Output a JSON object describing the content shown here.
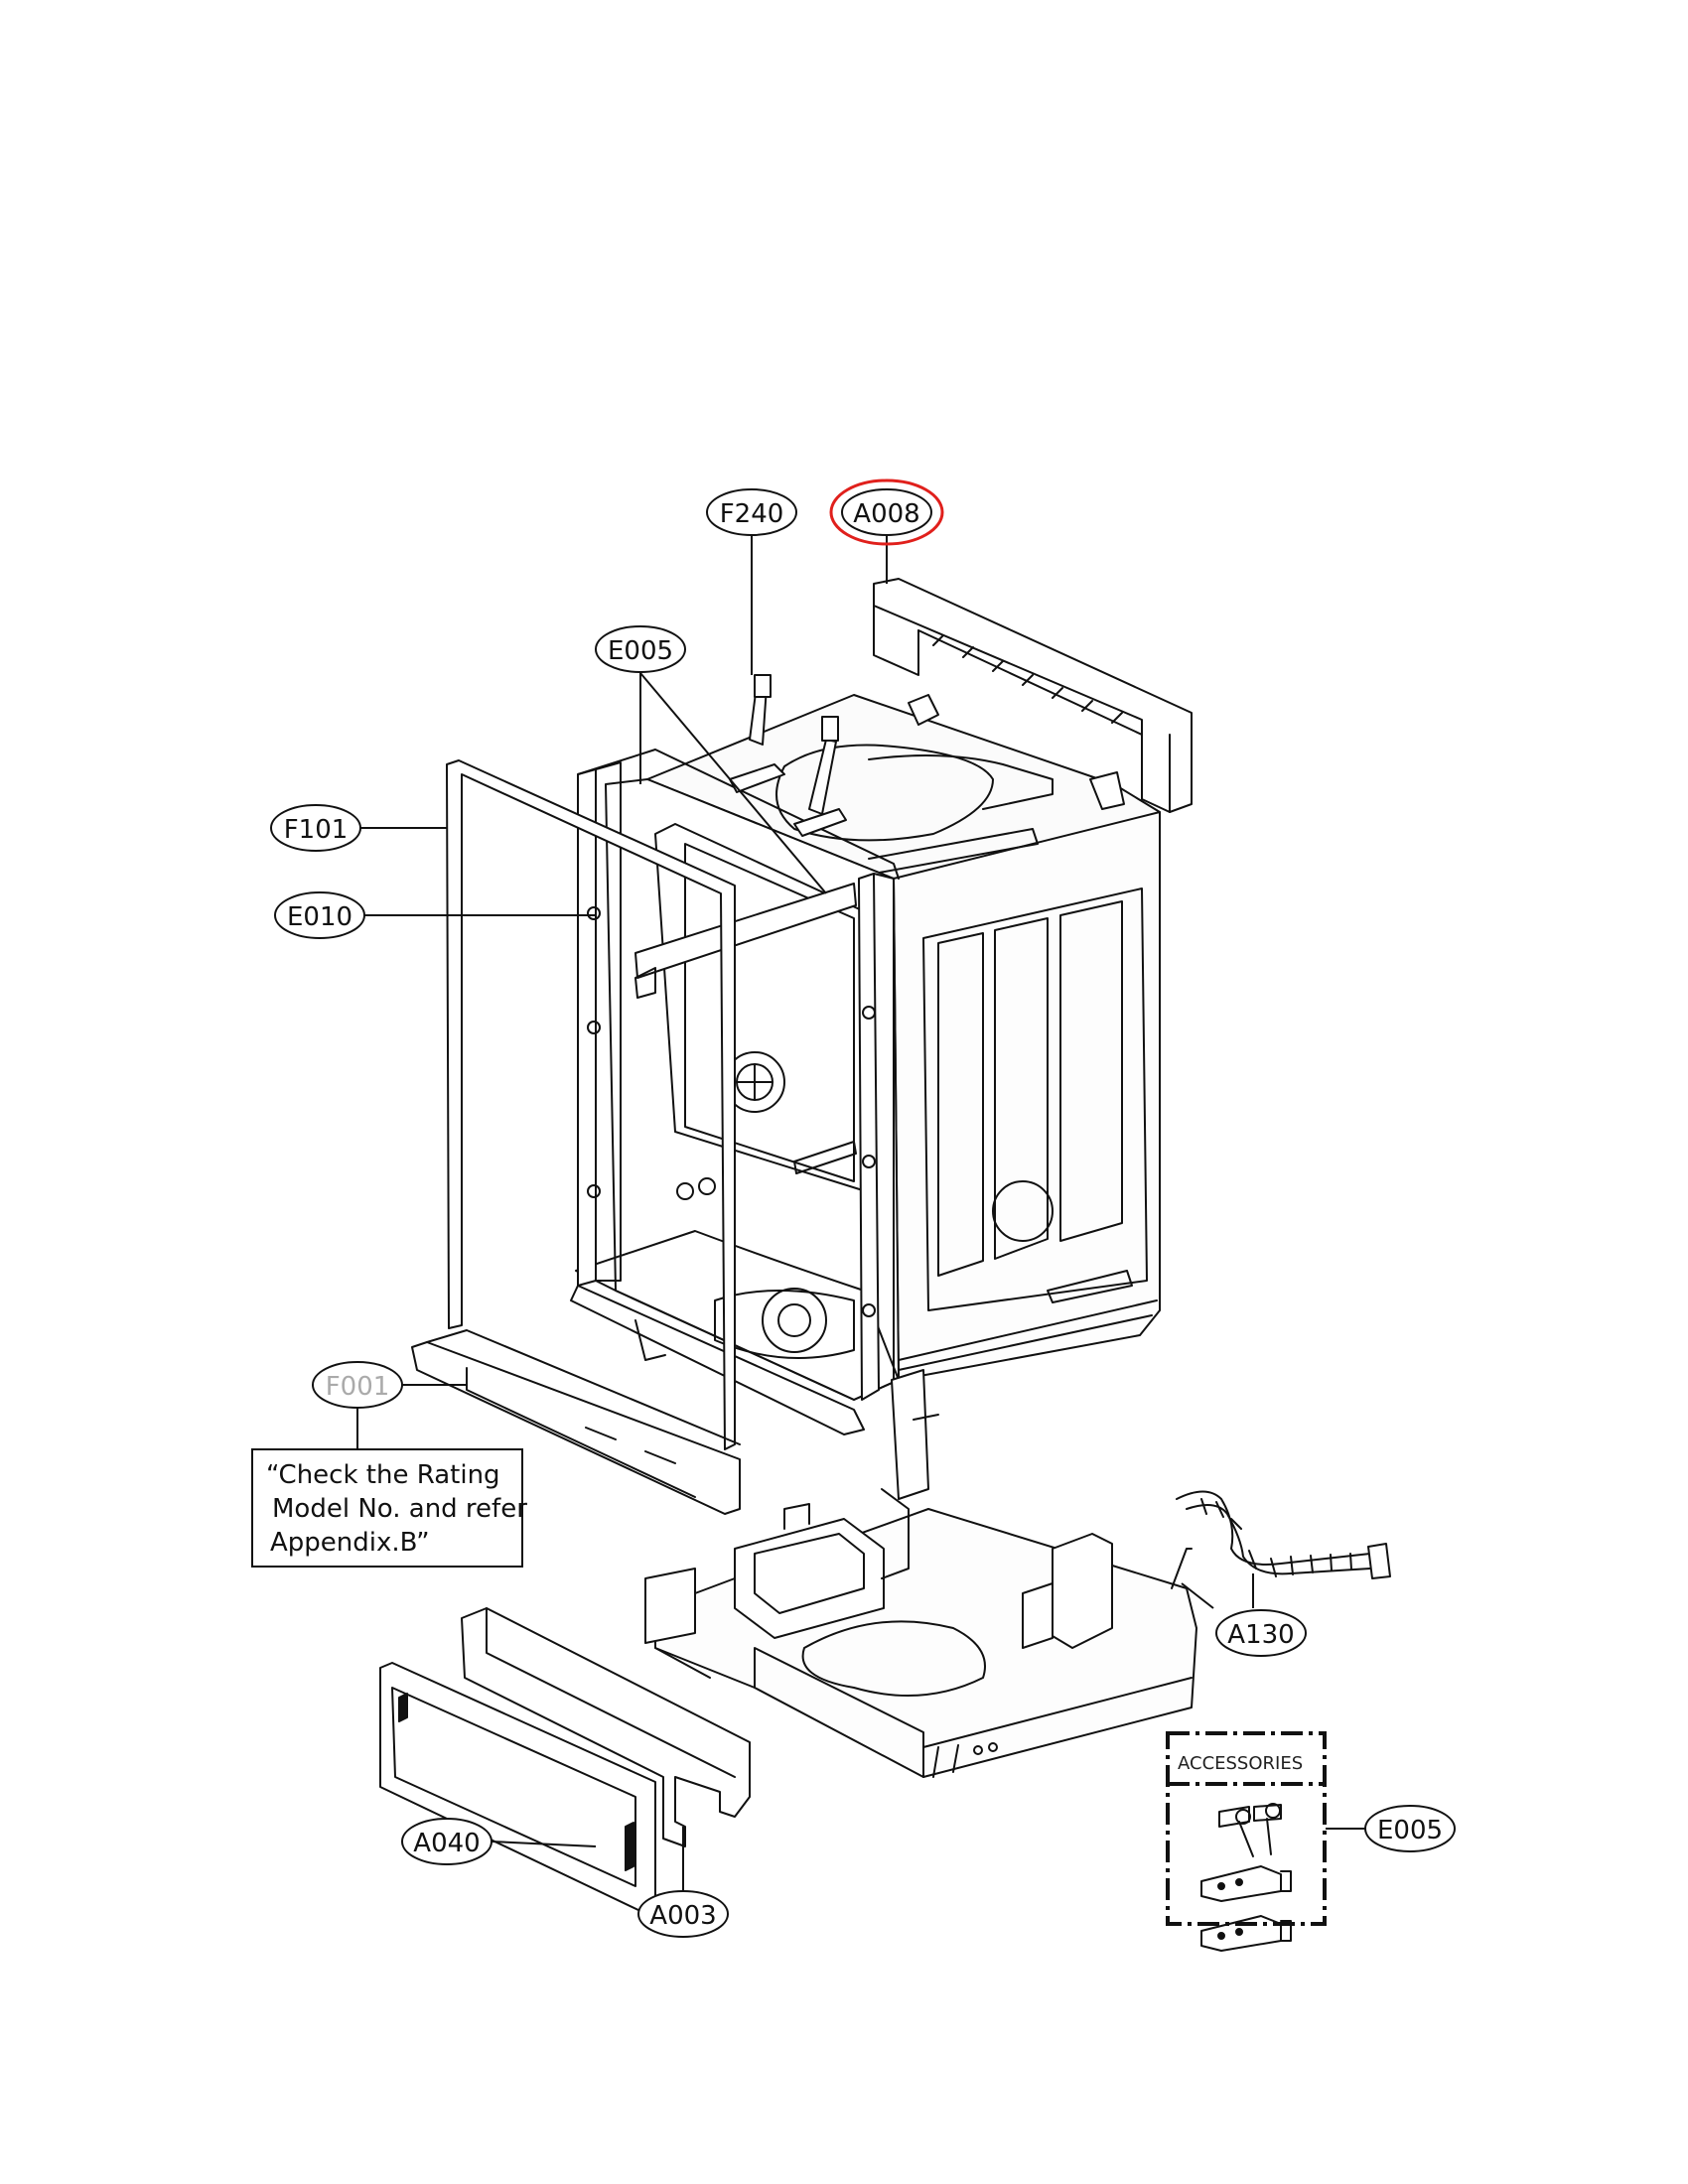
{
  "callouts": {
    "f240": "F240",
    "a008": "A008",
    "e005_top": "E005",
    "f101": "F101",
    "e010": "E010",
    "f001": "F001",
    "a130": "A130",
    "a040": "A040",
    "a003": "A003",
    "e005_acc": "E005"
  },
  "note": {
    "line1": "“Check the Rating",
    "line2": "Model No. and refer",
    "line3": "Appendix.B”"
  },
  "accessories": {
    "label": "ACCESSORIES"
  },
  "colors": {
    "line": "#111111",
    "highlight": "#e0201c",
    "dimmed_label": "#aaaaaa"
  }
}
